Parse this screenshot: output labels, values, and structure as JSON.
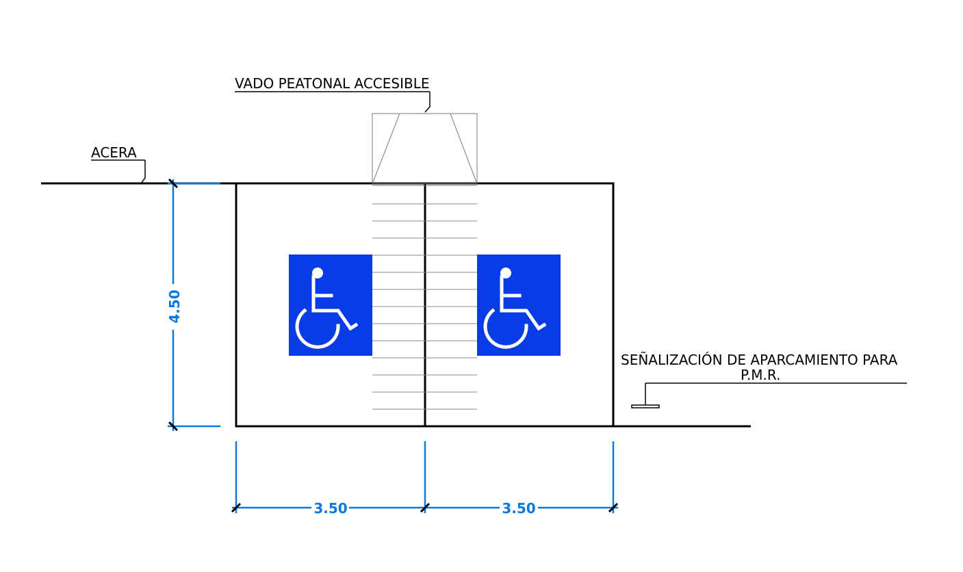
{
  "labels": {
    "crossing": "VADO PEATONAL ACCESIBLE",
    "sidewalk": "ACERA",
    "signage_line1": "SEÑALIZACIÓN DE APARCAMIENTO PARA",
    "signage_line2": "P.M.R."
  },
  "dimensions": {
    "depth": "4.50",
    "width_left": "3.50",
    "width_right": "3.50"
  },
  "colors": {
    "line": "#000000",
    "dimension": "#0a78dc",
    "sign_background": "#0a3ce6",
    "sign_symbol": "#ffffff",
    "thin_line": "#888888"
  },
  "icons": [
    "wheelchair-accessibility-icon",
    "wheelchair-accessibility-icon"
  ]
}
